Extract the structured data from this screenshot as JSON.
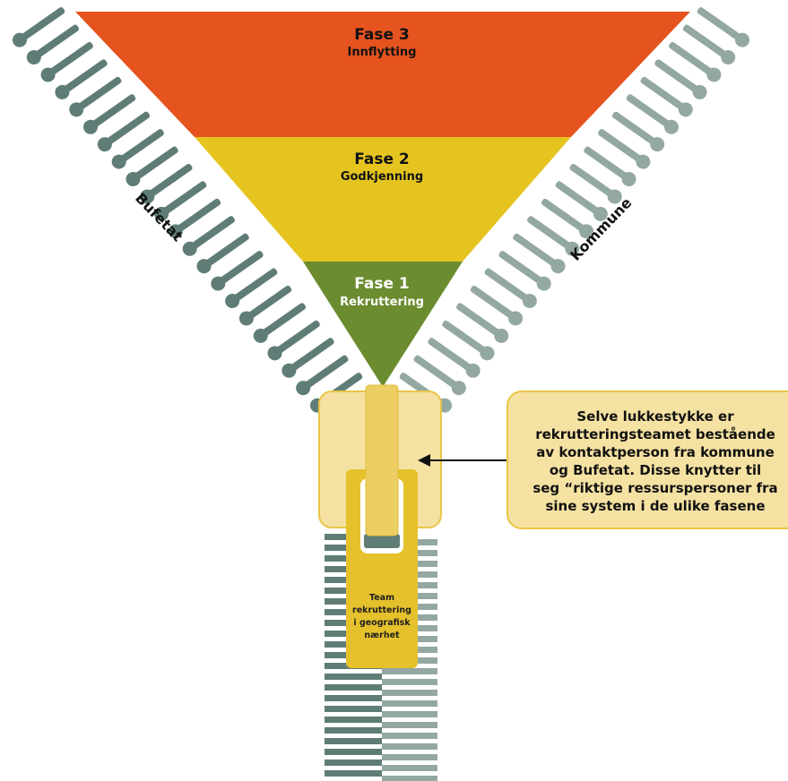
{
  "phases": [
    {
      "title": "Fase 3",
      "subtitle": "Innflytting",
      "color": "#e5531f",
      "text_color": "#111111"
    },
    {
      "title": "Fase 2",
      "subtitle": "Godkjenning",
      "color": "#e5c420",
      "text_color": "#111111"
    },
    {
      "title": "Fase 1",
      "subtitle": "Rekruttering",
      "color": "#6b8c2f",
      "text_color": "#ffffff"
    }
  ],
  "sides": {
    "left": "Bufetat",
    "right": "Kommune"
  },
  "pull_tab": {
    "lines": [
      "Team",
      "rekruttering",
      "i geografisk",
      "nærhet"
    ]
  },
  "callout": {
    "lines": [
      "Selve lukkestykke er",
      "rekrutteringsteamet bestående",
      "av kontaktperson fra kommune",
      "og Bufetat. Disse knytter til",
      "seg “riktige ressurspersoner fra",
      "sine system i de ulike fasene"
    ]
  },
  "colors": {
    "teeth_dark": "#5f7d76",
    "teeth_light": "#94a8a3",
    "slider_fill": "#f5e2a2",
    "slider_stroke": "#e9c547",
    "pull_fill": "#e5c12c",
    "callout_fill": "#f5e2a2",
    "callout_stroke": "#e9c547"
  }
}
